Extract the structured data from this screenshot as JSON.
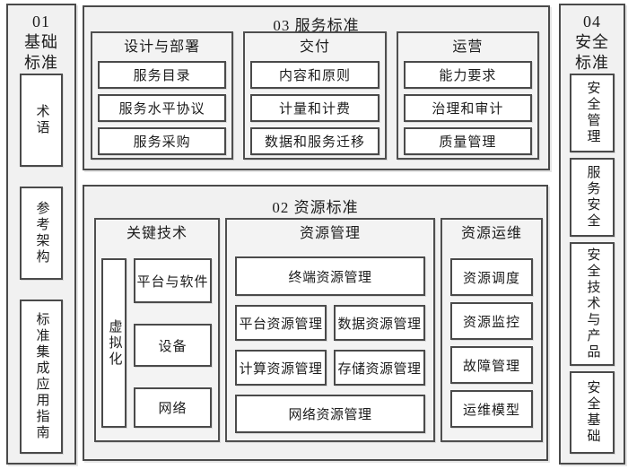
{
  "colors": {
    "section_bg": "#f1f1f1",
    "item_bg": "#ffffff",
    "border": "#4a4a4a"
  },
  "sections": {
    "basic": {
      "title_lines": [
        "01",
        "基础",
        "标准"
      ],
      "items": [
        "术语",
        "参考架构",
        "标准集成应用指南"
      ]
    },
    "service": {
      "title": "03 服务标准",
      "groups": [
        {
          "title": "设计与部署",
          "items": [
            "服务目录",
            "服务水平协议",
            "服务采购"
          ]
        },
        {
          "title": "交付",
          "items": [
            "内容和原则",
            "计量和计费",
            "数据和服务迁移"
          ]
        },
        {
          "title": "运营",
          "items": [
            "能力要求",
            "治理和审计",
            "质量管理"
          ]
        }
      ]
    },
    "resource": {
      "title": "02 资源标准",
      "groups": {
        "key_tech": {
          "title": "关键技术",
          "vertical_item": "虚拟化",
          "items": [
            "平台与软件",
            "设备",
            "网络"
          ]
        },
        "management": {
          "title": "资源管理",
          "rows": [
            [
              "终端资源管理"
            ],
            [
              "平台资源管理",
              "数据资源管理"
            ],
            [
              "计算资源管理",
              "存储资源管理"
            ],
            [
              "网络资源管理"
            ]
          ]
        },
        "operations": {
          "title": "资源运维",
          "items": [
            "资源调度",
            "资源监控",
            "故障管理",
            "运维模型"
          ]
        }
      }
    },
    "security": {
      "title_lines": [
        "04",
        "安全",
        "标准"
      ],
      "items": [
        "安全管理",
        "服务安全",
        "安全技术与产品",
        "安全基础"
      ]
    }
  }
}
